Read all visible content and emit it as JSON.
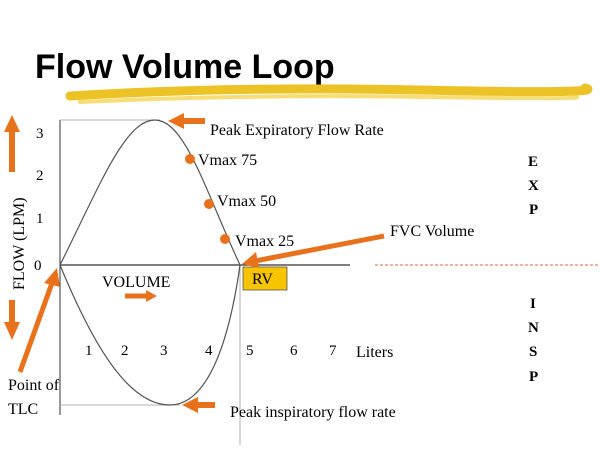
{
  "slide": {
    "title": "Flow Volume Loop"
  },
  "diagram": {
    "y_axis_label": "FLOW  (LPM)",
    "y_ticks": [
      "3",
      "2",
      "1",
      "0"
    ],
    "x_ticks": [
      "1",
      "2",
      "3",
      "4",
      "5",
      "6",
      "7"
    ],
    "x_unit": "Liters",
    "volume_label": "VOLUME",
    "rv_label": "RV",
    "exp_letters": [
      "E",
      "X",
      "P"
    ],
    "insp_letters": [
      "I",
      "N",
      "S",
      "P"
    ],
    "annotations": {
      "peak_expiratory": "Peak Expiratory Flow Rate",
      "vmax75": "Vmax 75",
      "vmax50": "Vmax 50",
      "vmax25": "Vmax 25",
      "fvc": "FVC Volume",
      "tlc_line1": "Point of",
      "tlc_line2": "TLC",
      "peak_inspiratory": "Peak inspiratory flow rate"
    }
  },
  "colors": {
    "arrow": "#e8711c",
    "highlight_stroke": "#e8b800",
    "rv_box": "#f8c400",
    "curve": "#555555",
    "axis": "#333333"
  }
}
